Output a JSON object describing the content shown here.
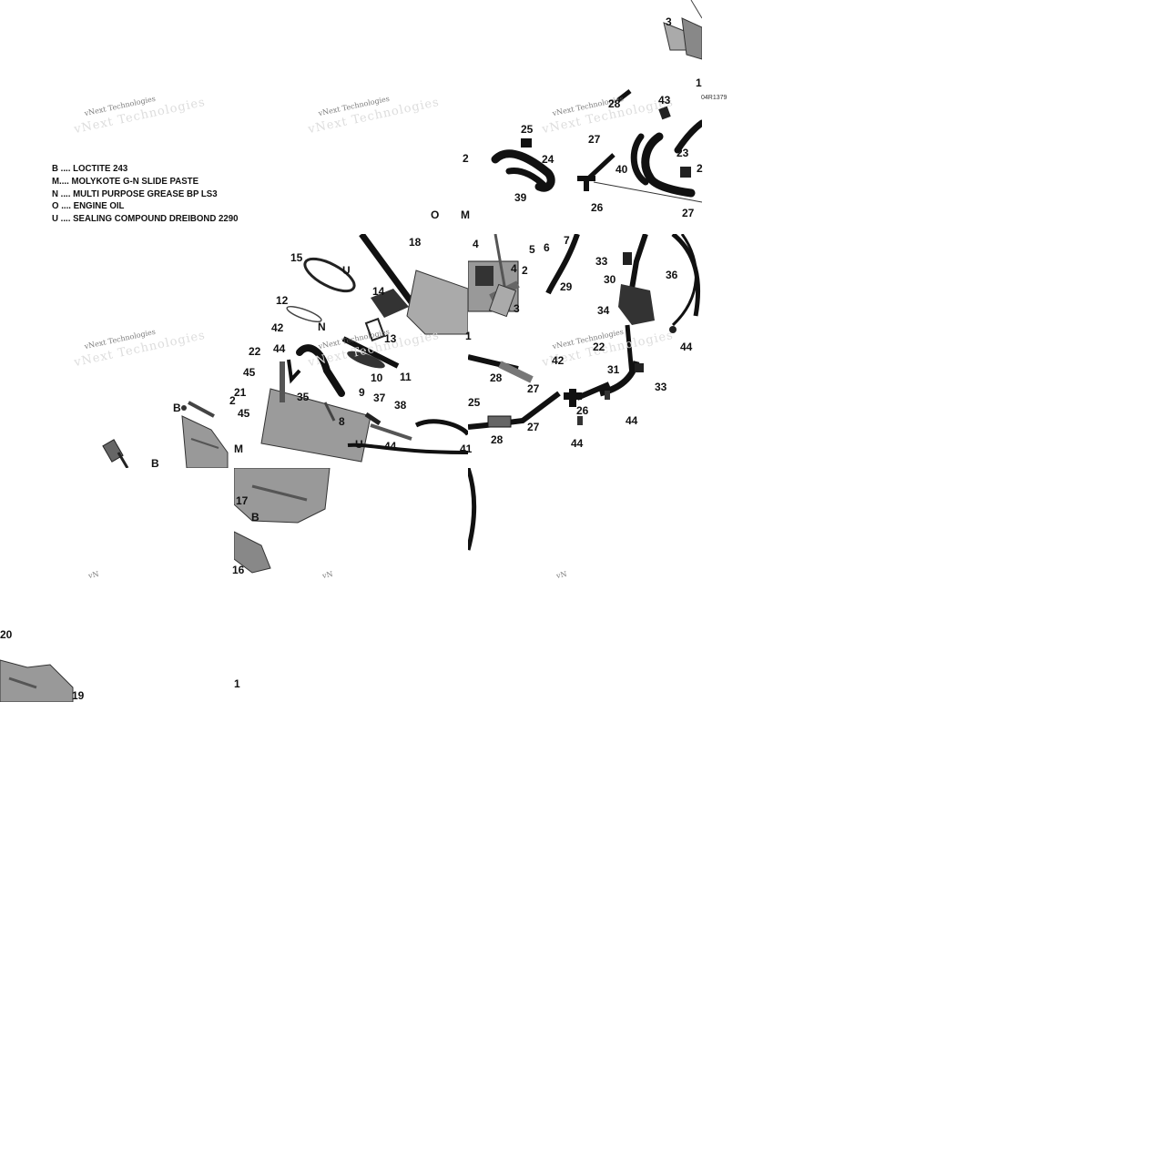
{
  "figure_code": "04R1379",
  "watermark_text": "vNext Technologies",
  "watermark_short": "vN",
  "legend": [
    {
      "code": "B",
      "sep": "....",
      "text": "LOCTITE 243"
    },
    {
      "code": "M",
      "sep": "....",
      "text": "MOLYKOTE G-N SLIDE PASTE"
    },
    {
      "code": "N",
      "sep": "....",
      "text": "MULTI PURPOSE GREASE BP LS3"
    },
    {
      "code": "O",
      "sep": "....",
      "text": "ENGINE OIL"
    },
    {
      "code": "U",
      "sep": "....",
      "text": "SEALING COMPOUND DREIBOND 2290"
    }
  ],
  "callouts": [
    {
      "id": "c3a",
      "label": "3"
    },
    {
      "id": "c1a",
      "label": "1"
    },
    {
      "id": "c28a",
      "label": "28"
    },
    {
      "id": "c43",
      "label": "43"
    },
    {
      "id": "c25a",
      "label": "25"
    },
    {
      "id": "c27a",
      "label": "27"
    },
    {
      "id": "c2a",
      "label": "2"
    },
    {
      "id": "c24",
      "label": "24"
    },
    {
      "id": "c40",
      "label": "40"
    },
    {
      "id": "c23",
      "label": "23"
    },
    {
      "id": "c2b",
      "label": "2"
    },
    {
      "id": "c39",
      "label": "39"
    },
    {
      "id": "c26a",
      "label": "26"
    },
    {
      "id": "c27b",
      "label": "27"
    },
    {
      "id": "cO",
      "label": "O"
    },
    {
      "id": "cM1",
      "label": "M"
    },
    {
      "id": "c18",
      "label": "18"
    },
    {
      "id": "c4a",
      "label": "4"
    },
    {
      "id": "c5",
      "label": "5"
    },
    {
      "id": "c6",
      "label": "6"
    },
    {
      "id": "c7",
      "label": "7"
    },
    {
      "id": "c15",
      "label": "15"
    },
    {
      "id": "cU1",
      "label": "U"
    },
    {
      "id": "c4b",
      "label": "4"
    },
    {
      "id": "c2c",
      "label": "2"
    },
    {
      "id": "c33a",
      "label": "33"
    },
    {
      "id": "c30",
      "label": "30"
    },
    {
      "id": "c36",
      "label": "36"
    },
    {
      "id": "c14",
      "label": "14"
    },
    {
      "id": "c29",
      "label": "29"
    },
    {
      "id": "c12",
      "label": "12"
    },
    {
      "id": "c3b",
      "label": "3"
    },
    {
      "id": "c34",
      "label": "34"
    },
    {
      "id": "cN",
      "label": "N"
    },
    {
      "id": "c1b",
      "label": "1"
    },
    {
      "id": "c44a",
      "label": "44"
    },
    {
      "id": "c42a",
      "label": "42"
    },
    {
      "id": "c13",
      "label": "13"
    },
    {
      "id": "c22a",
      "label": "22"
    },
    {
      "id": "c44b",
      "label": "44"
    },
    {
      "id": "c10",
      "label": "10"
    },
    {
      "id": "c11",
      "label": "11"
    },
    {
      "id": "c45a",
      "label": "45"
    },
    {
      "id": "c28b",
      "label": "28"
    },
    {
      "id": "c42b",
      "label": "42"
    },
    {
      "id": "c31",
      "label": "31"
    },
    {
      "id": "c33b",
      "label": "33"
    },
    {
      "id": "c21",
      "label": "21"
    },
    {
      "id": "c35",
      "label": "35"
    },
    {
      "id": "c9",
      "label": "9"
    },
    {
      "id": "c37",
      "label": "37"
    },
    {
      "id": "c27c",
      "label": "27"
    },
    {
      "id": "c25b",
      "label": "25"
    },
    {
      "id": "c26b",
      "label": "26"
    },
    {
      "id": "cB1",
      "label": "B"
    },
    {
      "id": "c2d",
      "label": "2"
    },
    {
      "id": "c45b",
      "label": "45"
    },
    {
      "id": "c8",
      "label": "8"
    },
    {
      "id": "c38",
      "label": "38"
    },
    {
      "id": "c44c",
      "label": "44"
    },
    {
      "id": "c22b",
      "label": "22"
    },
    {
      "id": "c27d",
      "label": "27"
    },
    {
      "id": "c28c",
      "label": "28"
    },
    {
      "id": "c44d",
      "label": "44"
    },
    {
      "id": "cU2",
      "label": "U"
    },
    {
      "id": "c44e",
      "label": "44"
    },
    {
      "id": "c41",
      "label": "41"
    },
    {
      "id": "cB2",
      "label": "B"
    },
    {
      "id": "cM2",
      "label": "M"
    },
    {
      "id": "c17",
      "label": "17"
    },
    {
      "id": "cB3",
      "label": "B"
    },
    {
      "id": "c16",
      "label": "16"
    },
    {
      "id": "c20",
      "label": "20"
    },
    {
      "id": "c19",
      "label": "19"
    },
    {
      "id": "c1c",
      "label": "1"
    }
  ]
}
